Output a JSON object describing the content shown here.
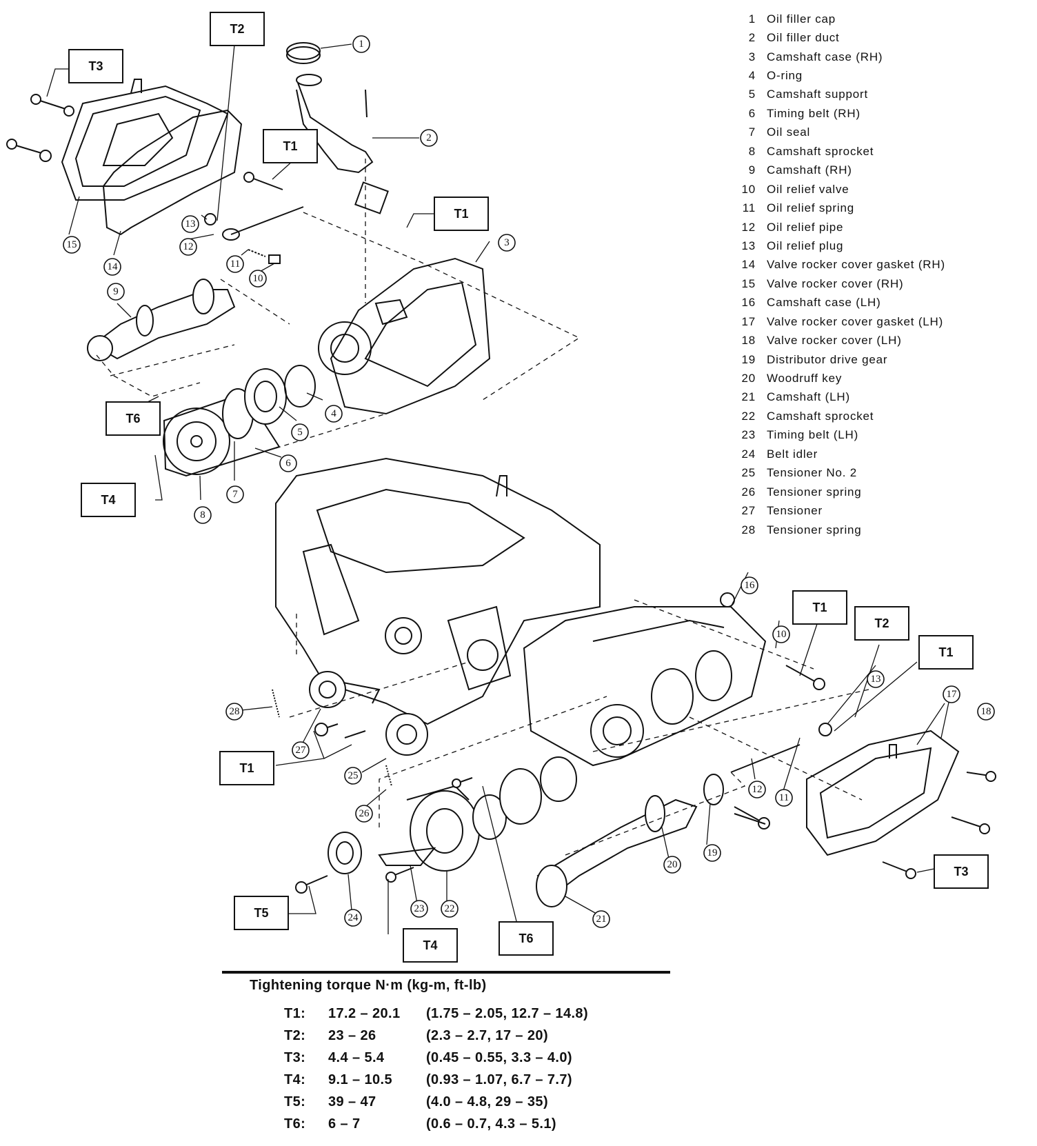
{
  "legend": [
    {
      "num": "1",
      "name": "Oil filler cap"
    },
    {
      "num": "2",
      "name": "Oil filler duct"
    },
    {
      "num": "3",
      "name": "Camshaft case (RH)"
    },
    {
      "num": "4",
      "name": "O-ring"
    },
    {
      "num": "5",
      "name": "Camshaft support"
    },
    {
      "num": "6",
      "name": "Timing belt (RH)"
    },
    {
      "num": "7",
      "name": "Oil seal"
    },
    {
      "num": "8",
      "name": "Camshaft sprocket"
    },
    {
      "num": "9",
      "name": "Camshaft (RH)"
    },
    {
      "num": "10",
      "name": "Oil relief valve"
    },
    {
      "num": "11",
      "name": "Oil relief spring"
    },
    {
      "num": "12",
      "name": "Oil relief pipe"
    },
    {
      "num": "13",
      "name": "Oil relief plug"
    },
    {
      "num": "14",
      "name": "Valve rocker cover gasket (RH)"
    },
    {
      "num": "15",
      "name": "Valve rocker cover (RH)"
    },
    {
      "num": "16",
      "name": "Camshaft case (LH)"
    },
    {
      "num": "17",
      "name": "Valve rocker cover gasket (LH)"
    },
    {
      "num": "18",
      "name": "Valve rocker cover (LH)"
    },
    {
      "num": "19",
      "name": "Distributor drive gear"
    },
    {
      "num": "20",
      "name": "Woodruff key"
    },
    {
      "num": "21",
      "name": "Camshaft (LH)"
    },
    {
      "num": "22",
      "name": "Camshaft sprocket"
    },
    {
      "num": "23",
      "name": "Timing belt (LH)"
    },
    {
      "num": "24",
      "name": "Belt idler"
    },
    {
      "num": "25",
      "name": "Tensioner No. 2"
    },
    {
      "num": "26",
      "name": "Tensioner spring"
    },
    {
      "num": "27",
      "name": "Tensioner"
    },
    {
      "num": "28",
      "name": "Tensioner spring"
    }
  ],
  "callouts": [
    "1",
    "2",
    "3",
    "4",
    "5",
    "6",
    "7",
    "8",
    "9",
    "10",
    "11",
    "12",
    "13",
    "14",
    "15",
    "16",
    "17",
    "18",
    "19",
    "20",
    "21",
    "22",
    "23",
    "24",
    "25",
    "26",
    "27",
    "28"
  ],
  "torque_boxes": {
    "t1": "T1",
    "t2": "T2",
    "t3": "T3",
    "t4": "T4",
    "t5": "T5",
    "t6": "T6"
  },
  "torque_table": {
    "title": "Tightening torque  N·m (kg-m, ft-lb)",
    "rows": [
      {
        "code": "T1:",
        "nm": "17.2 – 20.1",
        "other": "(1.75 – 2.05, 12.7 – 14.8)"
      },
      {
        "code": "T2:",
        "nm": "23 – 26",
        "other": "(2.3 – 2.7, 17 – 20)"
      },
      {
        "code": "T3:",
        "nm": "4.4 – 5.4",
        "other": "(0.45 – 0.55, 3.3 – 4.0)"
      },
      {
        "code": "T4:",
        "nm": "9.1 – 10.5",
        "other": "(0.93 – 1.07, 6.7 – 7.7)"
      },
      {
        "code": "T5:",
        "nm": "39 – 47",
        "other": "(4.0 – 4.8, 29 – 35)"
      },
      {
        "code": "T6:",
        "nm": "6 – 7",
        "other": "(0.6 – 0.7, 4.3 – 5.1)"
      }
    ]
  }
}
